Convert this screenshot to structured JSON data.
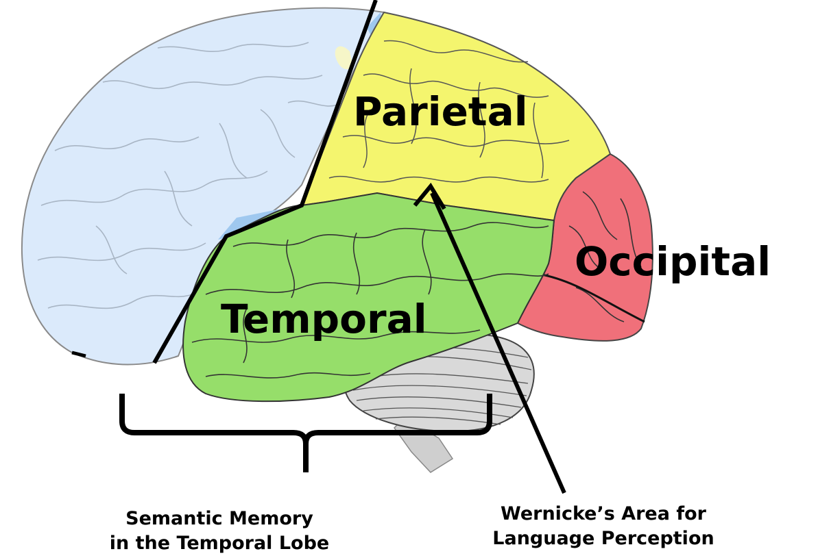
{
  "lobes": {
    "parietal": "Parietal",
    "occipital": "Occipital",
    "temporal": "Temporal"
  },
  "captions": {
    "semantic_line1": "Semantic Memory",
    "semantic_line2": "in the Temporal Lobe",
    "wernicke_line1": "Wernicke’s Area for",
    "wernicke_line2": "Language Perception"
  },
  "colors": {
    "frontal": "#dbeafb",
    "frontal_edge": "#9fc8ef",
    "parietal": "#f4f56e",
    "temporal": "#96de6a",
    "occipital": "#f0707a",
    "cerebellum": "#d9d9d9",
    "brainstem": "#cfcfcf"
  }
}
